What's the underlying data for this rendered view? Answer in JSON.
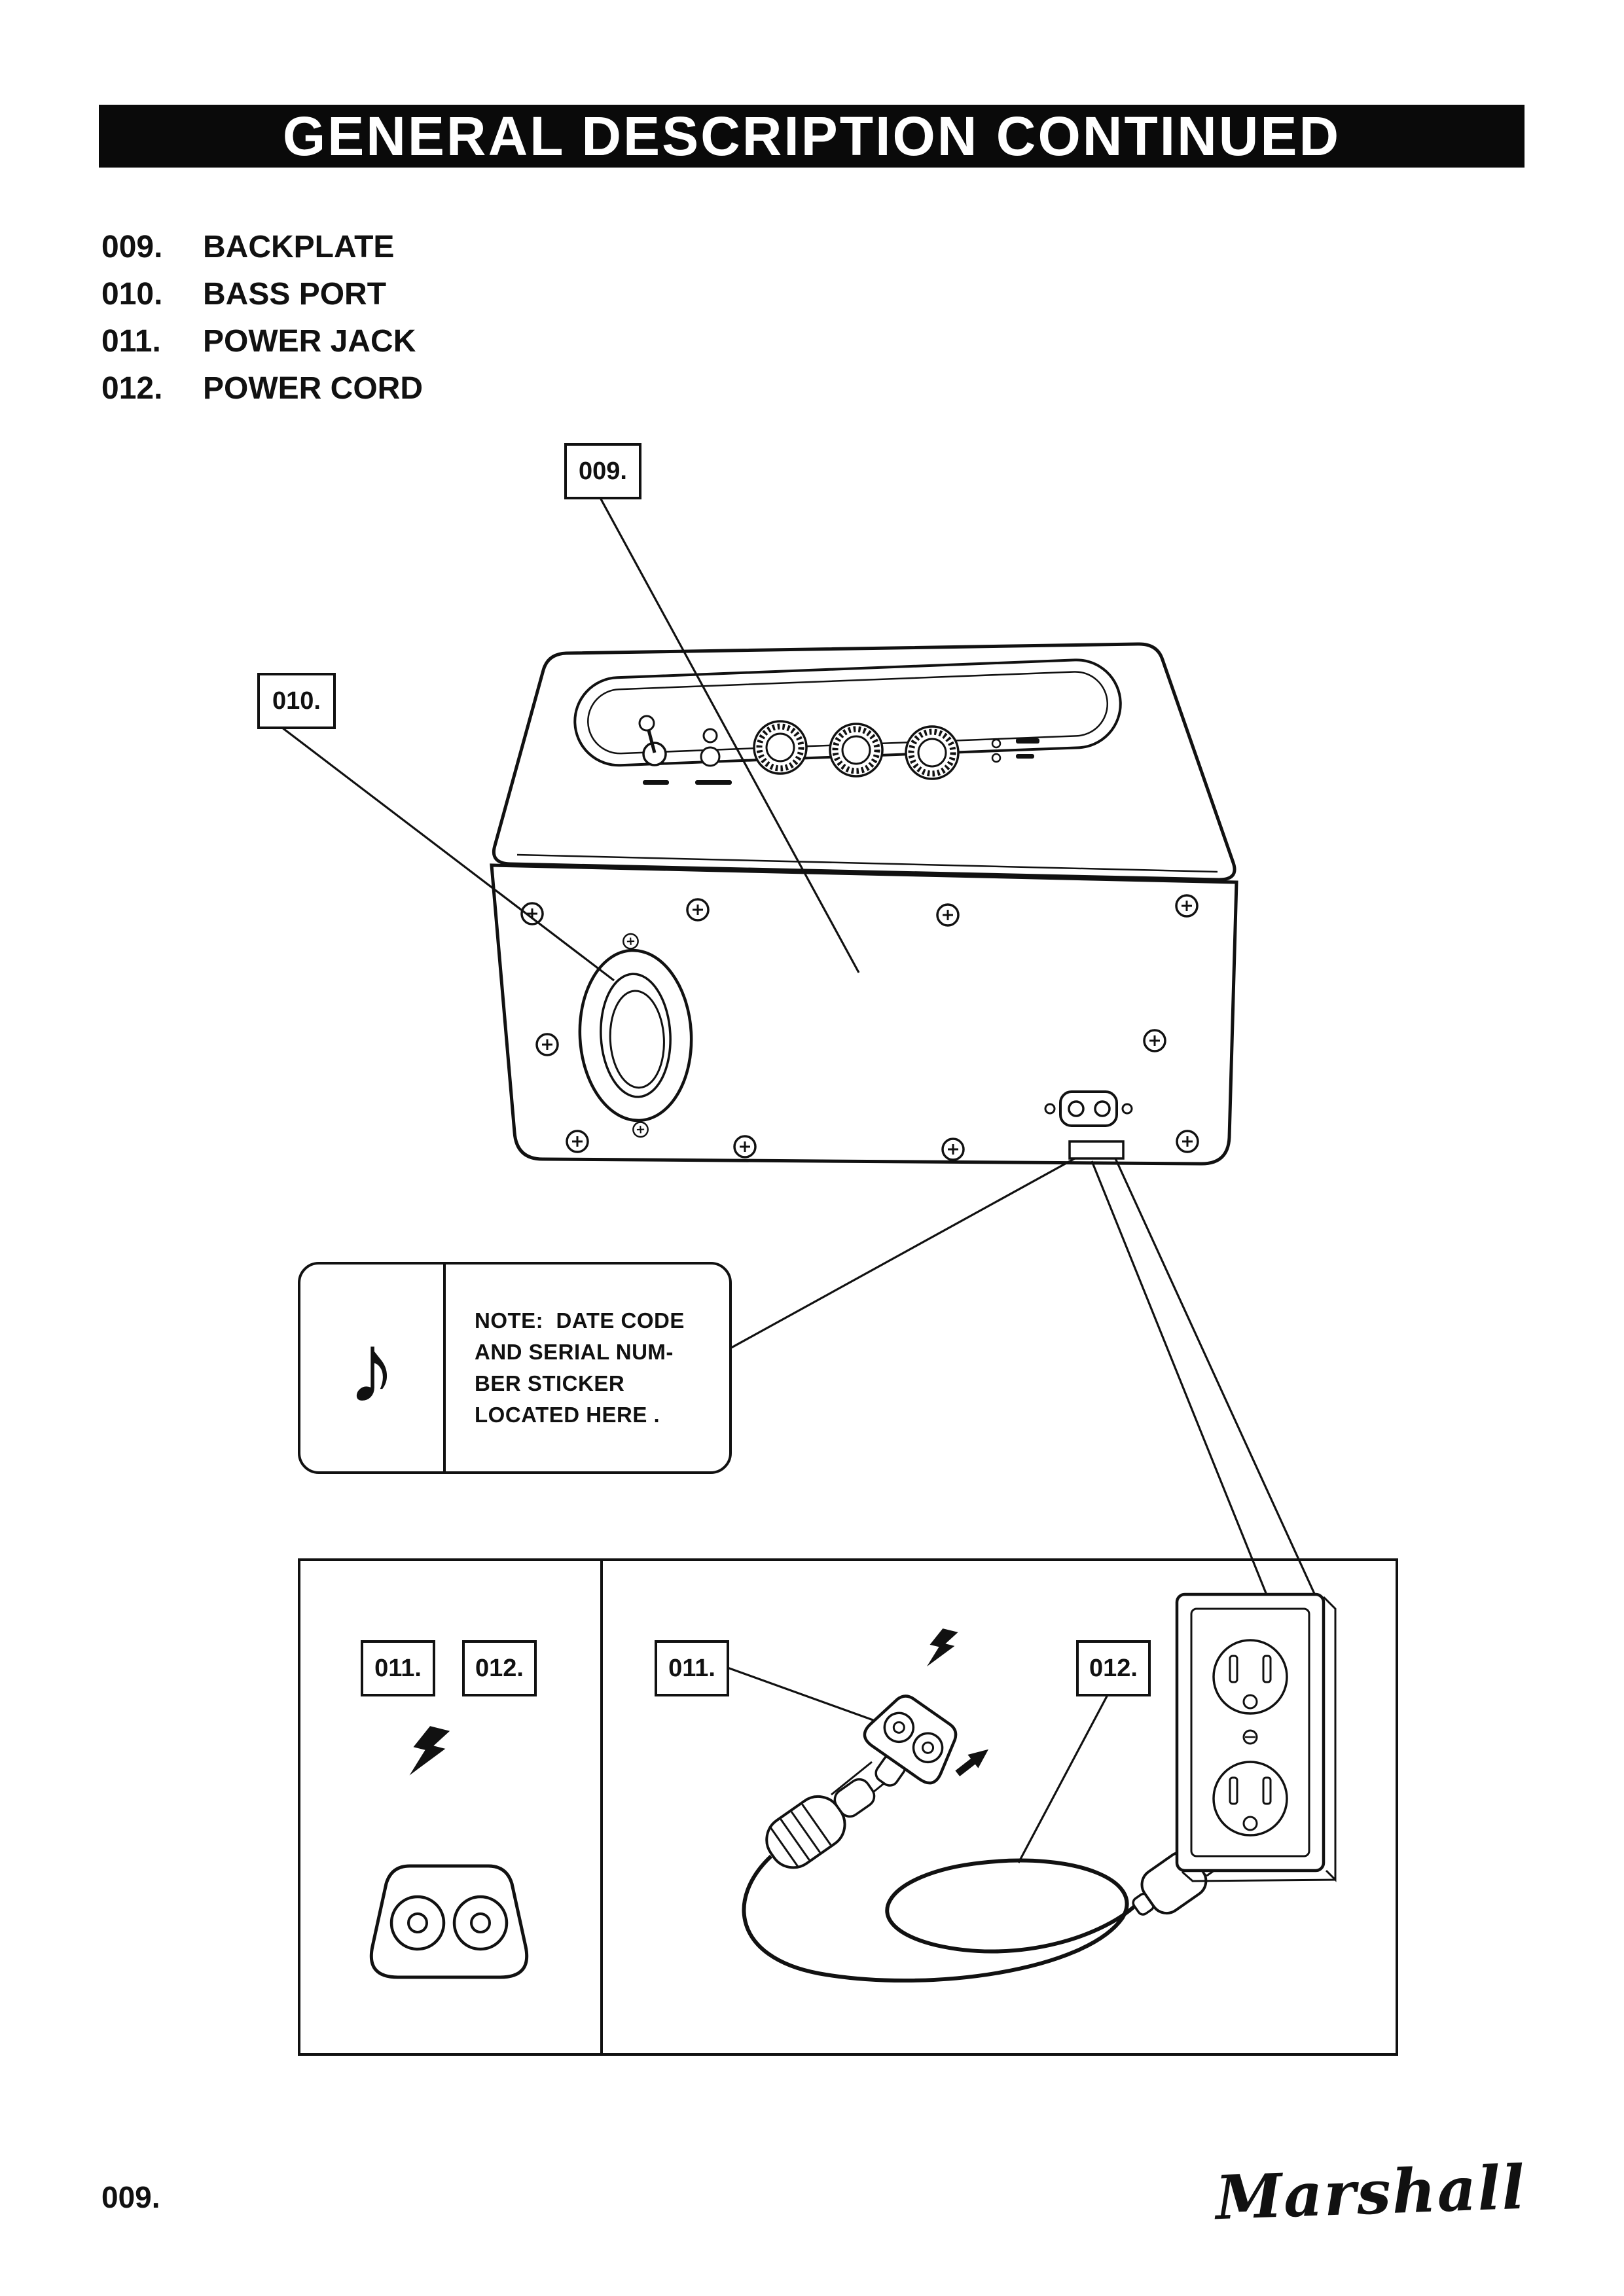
{
  "header": {
    "title": "GENERAL DESCRIPTION CONTINUED"
  },
  "parts_list": [
    {
      "num": "009.",
      "label": "BACKPLATE"
    },
    {
      "num": "010.",
      "label": "BASS PORT"
    },
    {
      "num": "011.",
      "label": "POWER JACK"
    },
    {
      "num": "012.",
      "label": "POWER CORD"
    }
  ],
  "callouts": {
    "backplate": "009.",
    "bass_port": "010.",
    "power_jack": "011.",
    "power_cord": "012."
  },
  "note": {
    "icon": "♪",
    "lines": [
      "NOTE:  DATE CODE",
      "AND SERIAL NUM-",
      "BER STICKER",
      "LOCATED HERE ."
    ]
  },
  "footer": {
    "page_number": "009.",
    "brand": "Marshall"
  },
  "colors": {
    "ink": "#111111",
    "paper": "#ffffff"
  }
}
